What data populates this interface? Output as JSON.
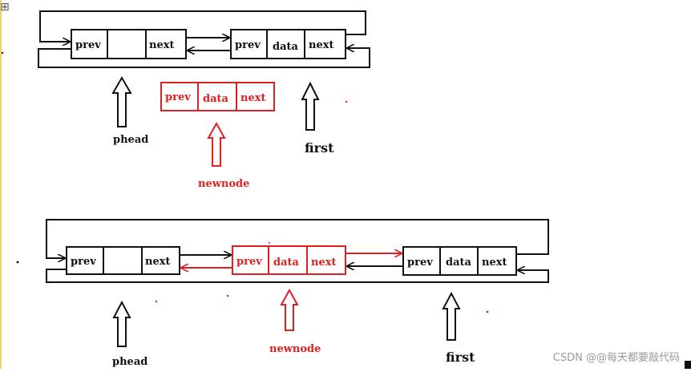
{
  "colors": {
    "ink": "#111111",
    "highlight": "#e02020"
  },
  "diagrams": [
    {
      "existing_nodes": [
        {
          "cells": [
            "prev",
            "",
            "next"
          ]
        },
        {
          "cells": [
            "prev",
            "data",
            "next"
          ]
        }
      ],
      "new_node": {
        "cells": [
          "prev",
          "data",
          "next"
        ]
      },
      "pointers": {
        "head": "phead",
        "new": "newnode",
        "first": "first"
      }
    },
    {
      "nodes": [
        {
          "cells": [
            "prev",
            "",
            "next"
          ]
        },
        {
          "cells": [
            "prev",
            "data",
            "next"
          ]
        },
        {
          "cells": [
            "prev",
            "data",
            "next"
          ]
        }
      ],
      "pointers": {
        "head": "phead",
        "new": "newnode",
        "first": "first"
      }
    }
  ],
  "watermark": "CSDN @@每天都要敲代码",
  "icons": {
    "move": "move-icon"
  }
}
